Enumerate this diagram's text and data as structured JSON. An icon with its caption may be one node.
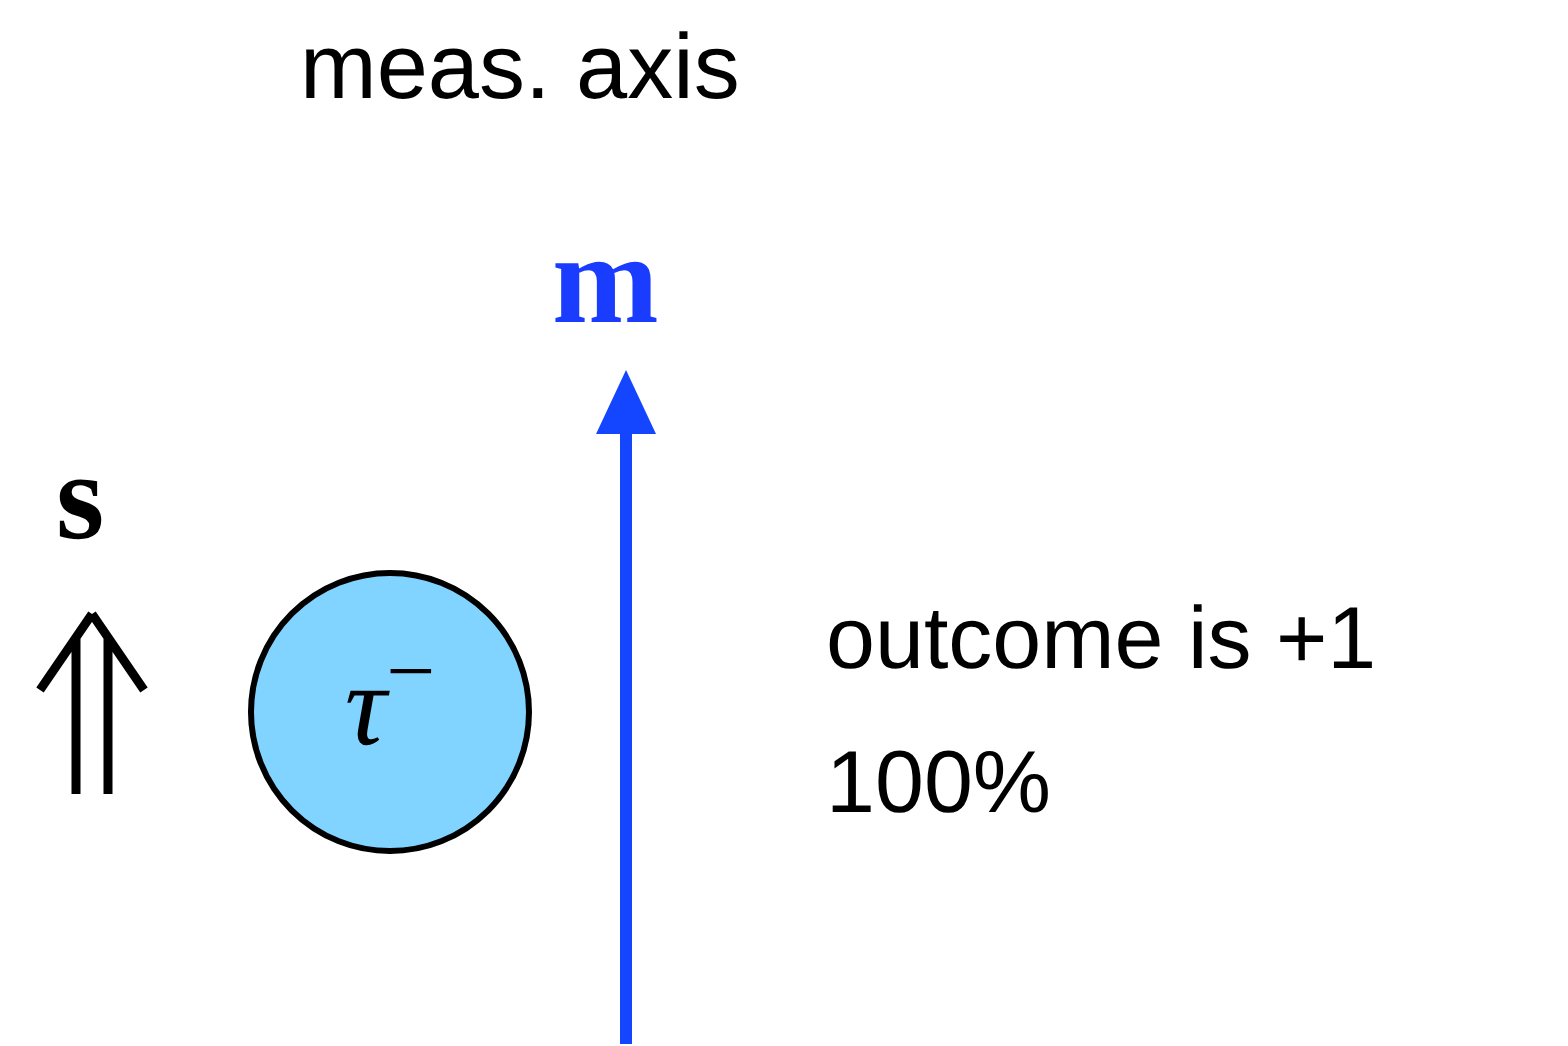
{
  "diagram": {
    "nodes": [
      {
        "text": [
          "*τ*$^{−}$"
        ]
      }
    ],
    "labels": [
      "meas. axis",
      "m",
      "s",
      "outcome is +1",
      "100%"
    ]
  }
}
